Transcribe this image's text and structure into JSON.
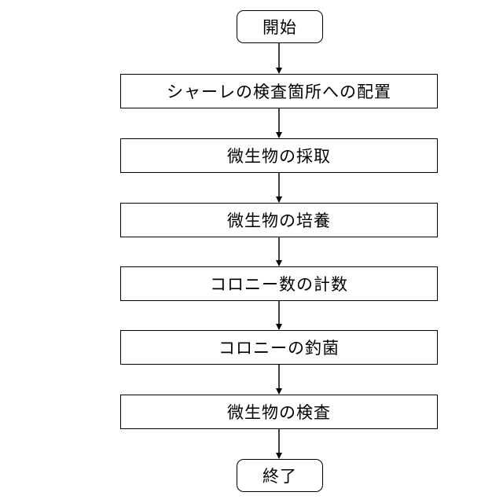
{
  "flowchart": {
    "start": "開始",
    "steps": [
      "シャーレの検査箇所への配置",
      "微生物の採取",
      "微生物の培養",
      "コロニー数の計数",
      "コロニーの釣菌",
      "微生物の検査"
    ],
    "end": "終了"
  }
}
